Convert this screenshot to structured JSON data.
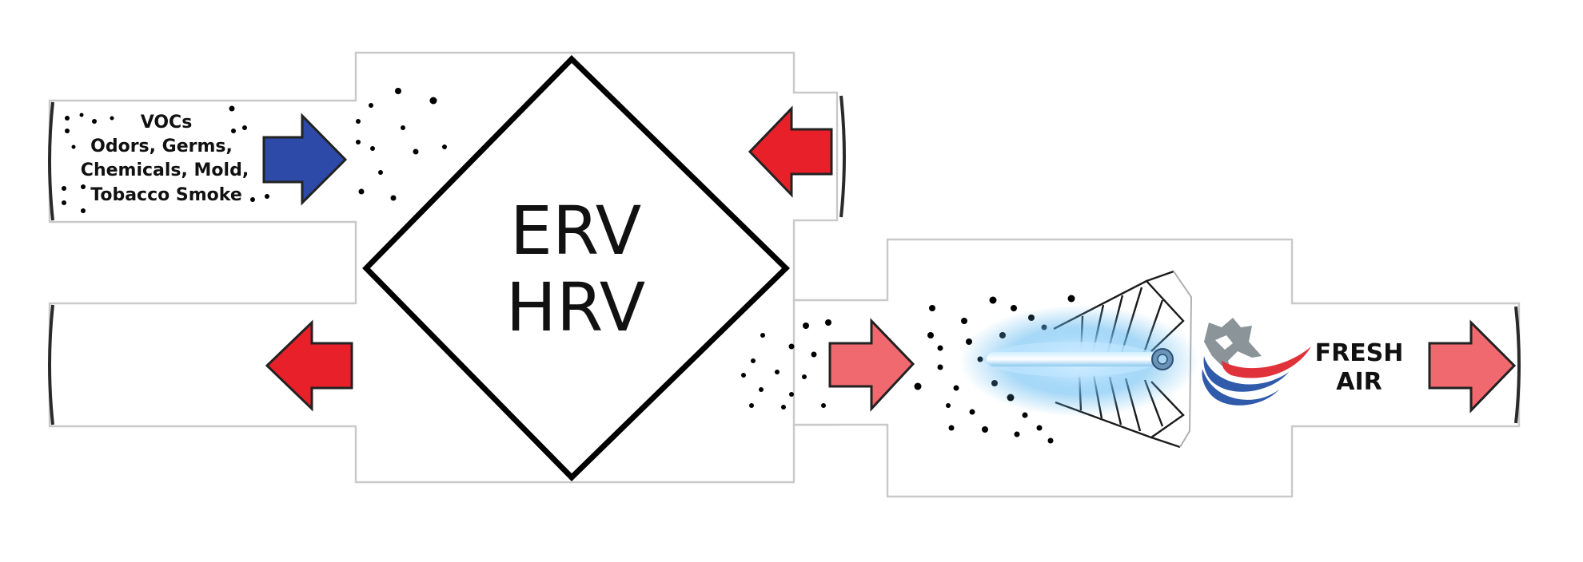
{
  "core": {
    "line1": "ERV",
    "line2": "HRV"
  },
  "contaminants": {
    "lines": [
      "VOCs",
      "Odors, Germs,",
      "Chemicals, Mold,",
      "Tobacco Smoke"
    ]
  },
  "fresh_air": {
    "line1": "FRESH",
    "line2": "AIR"
  },
  "colors": {
    "stale_arrow": "#2E4AA8",
    "supply_arrow": "#E8202A",
    "fresh_arrow": "#F0696E",
    "uv_glow": "#5FB8F0",
    "logo_red": "#E0323A",
    "logo_blue": "#2F5BAA",
    "logo_fox": "#8A9499"
  },
  "icons": [
    "uv-lamp-icon",
    "fox-logo-icon"
  ]
}
